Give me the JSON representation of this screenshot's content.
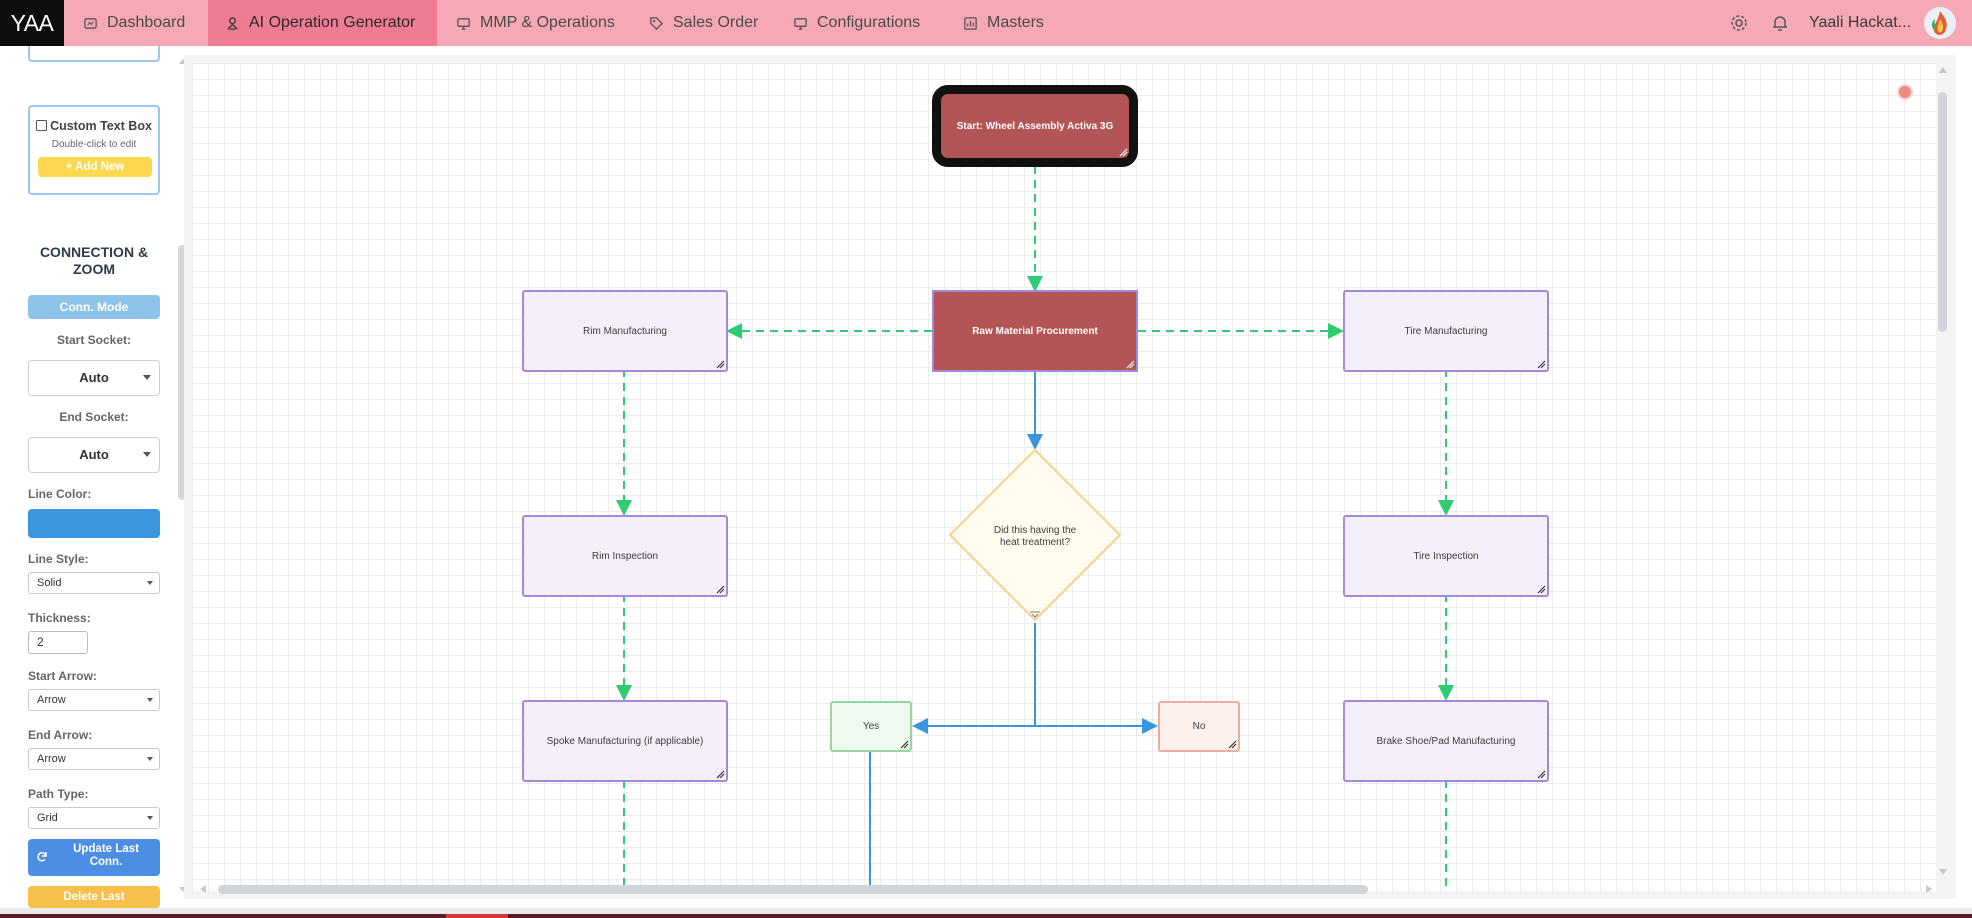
{
  "app": {
    "logo": "YAA",
    "nav": [
      {
        "label": "Dashboard",
        "icon": "dashboard-icon"
      },
      {
        "label": "AI Operation Generator",
        "icon": "ai-icon",
        "active": true
      },
      {
        "label": "MMP & Operations",
        "icon": "monitor-icon"
      },
      {
        "label": "Sales Order",
        "icon": "tag-icon"
      },
      {
        "label": "Configurations",
        "icon": "monitor-icon"
      },
      {
        "label": "Masters",
        "icon": "chart-icon"
      }
    ],
    "user_name": "Yaali Hackat...",
    "accent": "#ef7c92",
    "topbar_color": "#f6a8b6"
  },
  "sidebar": {
    "text_box_card": {
      "title": "Custom Text Box",
      "subtitle": "Double-click to edit",
      "add_button": "+ Add New"
    },
    "section_title": "CONNECTION & ZOOM",
    "conn_mode_button": "Conn. Mode",
    "start_socket": {
      "label": "Start Socket:",
      "value": "Auto"
    },
    "end_socket": {
      "label": "End Socket:",
      "value": "Auto"
    },
    "line_color": {
      "label": "Line Color:",
      "value": "#3a97df"
    },
    "line_style": {
      "label": "Line Style:",
      "value": "Solid"
    },
    "thickness": {
      "label": "Thickness:",
      "value": "2"
    },
    "start_arrow": {
      "label": "Start Arrow:",
      "value": "Arrow"
    },
    "end_arrow": {
      "label": "End Arrow:",
      "value": "Arrow"
    },
    "path_type": {
      "label": "Path Type:",
      "value": "Grid"
    },
    "update_button": "Update Last Conn.",
    "delete_button": "Delete Last"
  },
  "flow": {
    "start": "Start: Wheel Assembly Activa 3G",
    "procurement": "Raw Material Procurement",
    "rim_manufacturing": "Rim Manufacturing",
    "tire_manufacturing": "Tire Manufacturing",
    "rim_inspection": "Rim Inspection",
    "decision": "Did this having the heat treatment?",
    "tire_inspection": "Tire Inspection",
    "spoke_manufacturing": "Spoke Manufacturing (if applicable)",
    "yes": "Yes",
    "no": "No",
    "brake_manufacturing": "Brake Shoe/Pad Manufacturing",
    "colors": {
      "dashed_connector": "#2ecc71",
      "solid_connector": "#3a97df",
      "process_fill": "#f4effb",
      "process_border": "#a38ad8",
      "highlight_fill": "#b35556",
      "decision_border": "#f5d08a"
    }
  }
}
